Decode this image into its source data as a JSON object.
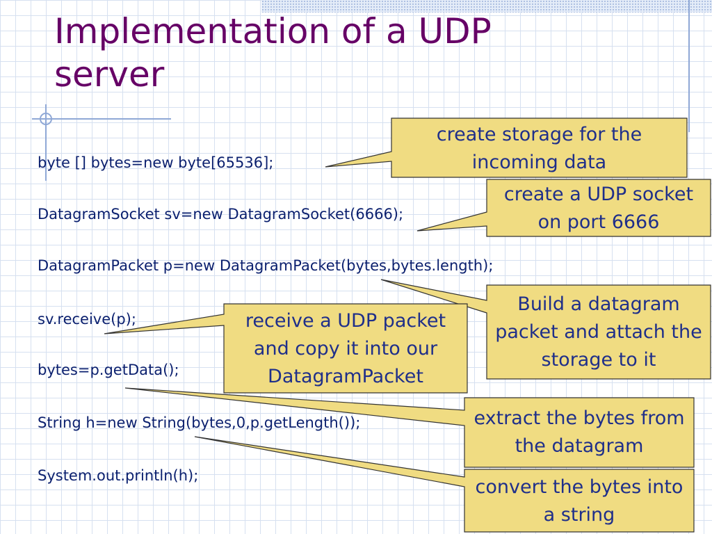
{
  "slide": {
    "title": "Implementation of a UDP server"
  },
  "code_lines": [
    "byte [] bytes=new byte[65536];",
    "DatagramSocket sv=new DatagramSocket(6666);",
    "DatagramPacket p=new DatagramPacket(bytes,bytes.length);",
    "sv.receive(p);",
    "bytes=p.getData();",
    "String h=new String(bytes,0,p.getLength());",
    "System.out.println(h);"
  ],
  "callouts": [
    "create storage for the incoming data",
    "create a UDP socket on port 6666",
    "Build a datagram packet and attach the storage to it",
    "receive a UDP packet and copy it into our DatagramPacket",
    "extract the bytes from the datagram",
    "convert the bytes into a string"
  ],
  "colors": {
    "title": "#660066",
    "code_text": "#0a1f6e",
    "callout_fill": "#f0dc82",
    "callout_text": "#1f2f8a"
  }
}
